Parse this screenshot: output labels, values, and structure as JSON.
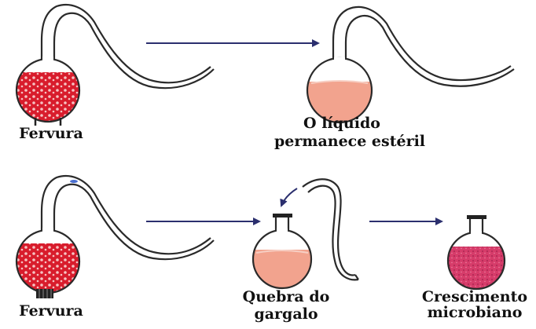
{
  "colors": {
    "glass": "#2a2a2a",
    "boiling_liquid": "#d81c2c",
    "sterile_liquid": "#f2a38e",
    "growth_liquid": "#d63c6a",
    "arrow": "#2b2f6e",
    "heater": "#222222"
  },
  "labels": {
    "boil_top": "Fervura",
    "sterile_line1": "O líquido",
    "sterile_line2": "permanece estéril",
    "boil_bottom": "Fervura",
    "break_line1": "Quebra do",
    "break_line2": "gargalo",
    "growth_line1": "Crescimento",
    "growth_line2": "microbiano"
  }
}
